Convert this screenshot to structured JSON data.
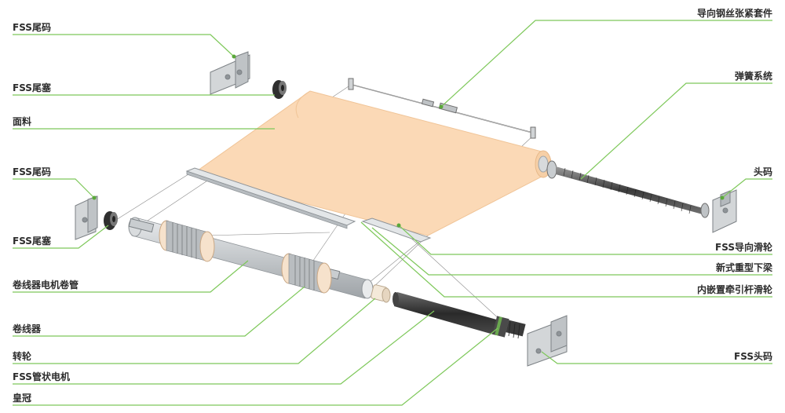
{
  "labels_left": [
    {
      "id": "fss-tail-code-1",
      "text": "FSS尾码"
    },
    {
      "id": "fss-tail-plug-1",
      "text": "FSS尾塞"
    },
    {
      "id": "fabric",
      "text": "面料"
    },
    {
      "id": "fss-tail-code-2",
      "text": "FSS尾码"
    },
    {
      "id": "fss-tail-plug-2",
      "text": "FSS尾塞"
    },
    {
      "id": "winder-motor-tube",
      "text": "卷线器电机卷管"
    },
    {
      "id": "winder",
      "text": "卷线器"
    },
    {
      "id": "rotary-wheel",
      "text": "转轮"
    },
    {
      "id": "fss-tubular-motor",
      "text": "FSS管状电机"
    },
    {
      "id": "crown",
      "text": "皇冠"
    }
  ],
  "labels_right": [
    {
      "id": "guide-wire-tension-kit",
      "text": "导向钢丝张紧套件"
    },
    {
      "id": "spring-system",
      "text": "弹簧系统"
    },
    {
      "id": "head-code",
      "text": "头码"
    },
    {
      "id": "fss-guide-pulley",
      "text": "FSS导向滑轮"
    },
    {
      "id": "new-heavy-bottom-beam",
      "text": "新式重型下梁"
    },
    {
      "id": "embedded-traction-rod-pulley",
      "text": "内嵌置牵引杆滑轮"
    },
    {
      "id": "fss-head-code",
      "text": "FSS头码"
    }
  ],
  "colors": {
    "leader_line": "#7ec85a",
    "leader_dot": "#5aa83a",
    "fabric": "#fbd9b6",
    "fabric_edge": "#f2c89e",
    "metal": "#c9cdd0",
    "metal_dark": "#8f9498",
    "motor": "#3a3a3a",
    "text": "#2c2c2c"
  }
}
